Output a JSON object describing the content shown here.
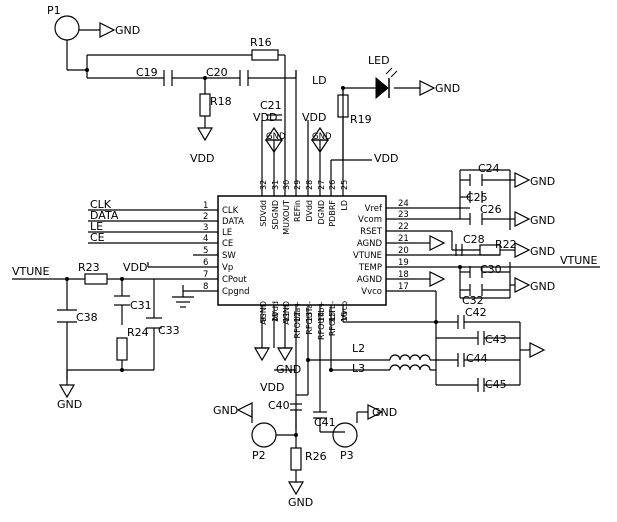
{
  "net": {
    "gnd": "GND",
    "vdd": "VDD",
    "vtune": "VTUNE",
    "ld": "LD",
    "clk": "CLK",
    "data": "DATA",
    "le": "LE",
    "ce": "CE"
  },
  "refs": {
    "p1": "P1",
    "p2": "P2",
    "p3": "P3",
    "r16": "R16",
    "r18": "R18",
    "r19": "R19",
    "r22": "R22",
    "r23": "R23",
    "r24": "R24",
    "r26": "R26",
    "c19": "C19",
    "c20": "C20",
    "c21": "C21",
    "c24": "C24",
    "c25": "C25",
    "c26": "C26",
    "c28": "C28",
    "c30": "C30",
    "c32": "C32",
    "c31": "C31",
    "c33": "C33",
    "c38": "C38",
    "c40": "C40",
    "c41": "C41",
    "c42": "C42",
    "c43": "C43",
    "c44": "C44",
    "c45": "C45",
    "l2": "L2",
    "l3": "L3",
    "led": "LED"
  },
  "ic": {
    "left_pins": [
      {
        "num": "1",
        "name": "CLK"
      },
      {
        "num": "2",
        "name": "DATA"
      },
      {
        "num": "3",
        "name": "LE"
      },
      {
        "num": "4",
        "name": "CE"
      },
      {
        "num": "5",
        "name": "SW"
      },
      {
        "num": "6",
        "name": "Vp"
      },
      {
        "num": "7",
        "name": "CPout"
      },
      {
        "num": "8",
        "name": "Cpgnd"
      }
    ],
    "right_pins": [
      {
        "num": "24",
        "name": "Vref"
      },
      {
        "num": "23",
        "name": "Vcom"
      },
      {
        "num": "22",
        "name": "RSET"
      },
      {
        "num": "21",
        "name": "AGND"
      },
      {
        "num": "20",
        "name": "VTUNE"
      },
      {
        "num": "19",
        "name": "TEMP"
      },
      {
        "num": "18",
        "name": "AGND"
      },
      {
        "num": "17",
        "name": "Vvco"
      }
    ],
    "top_pins": [
      {
        "num": "32",
        "name": "SDVdd"
      },
      {
        "num": "31",
        "name": "SDGND"
      },
      {
        "num": "30",
        "name": "MUXOUT"
      },
      {
        "num": "29",
        "name": "REFin"
      },
      {
        "num": "28",
        "name": "DVdd"
      },
      {
        "num": "27",
        "name": "DGND"
      },
      {
        "num": "26",
        "name": "PDBRF"
      },
      {
        "num": "25",
        "name": "LD"
      }
    ],
    "bottom_pins": [
      {
        "num": "9",
        "name": "AGND"
      },
      {
        "num": "10",
        "name": "AVdd"
      },
      {
        "num": "11",
        "name": "AGND"
      },
      {
        "num": "12",
        "name": "RFOUTa+"
      },
      {
        "num": "13",
        "name": "RFOUTa-"
      },
      {
        "num": "14",
        "name": "RFOUTb+"
      },
      {
        "num": "15",
        "name": "RFOUTb-"
      },
      {
        "num": "16",
        "name": "Vvco"
      }
    ]
  }
}
